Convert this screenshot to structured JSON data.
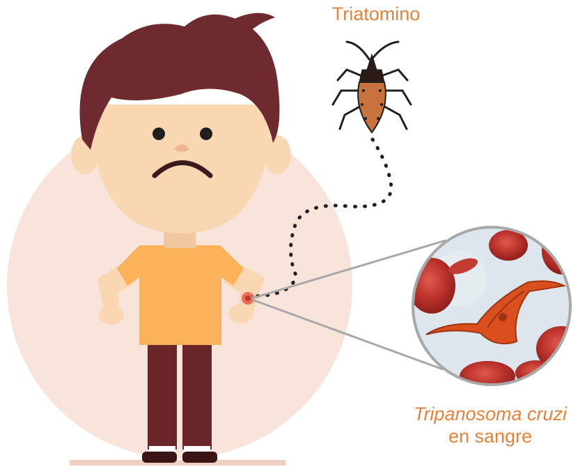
{
  "labels": {
    "insect": "Triatomino",
    "parasite_name": "Tripanosoma cruzi",
    "parasite_location": "en sangre"
  },
  "colors": {
    "label": "#e8823a",
    "hair": "#6e2a2e",
    "skin": "#f9d7b2",
    "shirt": "#fbb25a",
    "pants": "#6a2628",
    "background_circle": "#f8e4db",
    "bite_mark": "#e85a4a",
    "blood_cell": "#c23a32",
    "parasite": "#d9501e",
    "insect_body": "#c8733d"
  },
  "icons": {
    "person": "worried-boy-illustration",
    "insect": "triatomine-bug-icon",
    "magnifier": "blood-magnifier-circle"
  }
}
